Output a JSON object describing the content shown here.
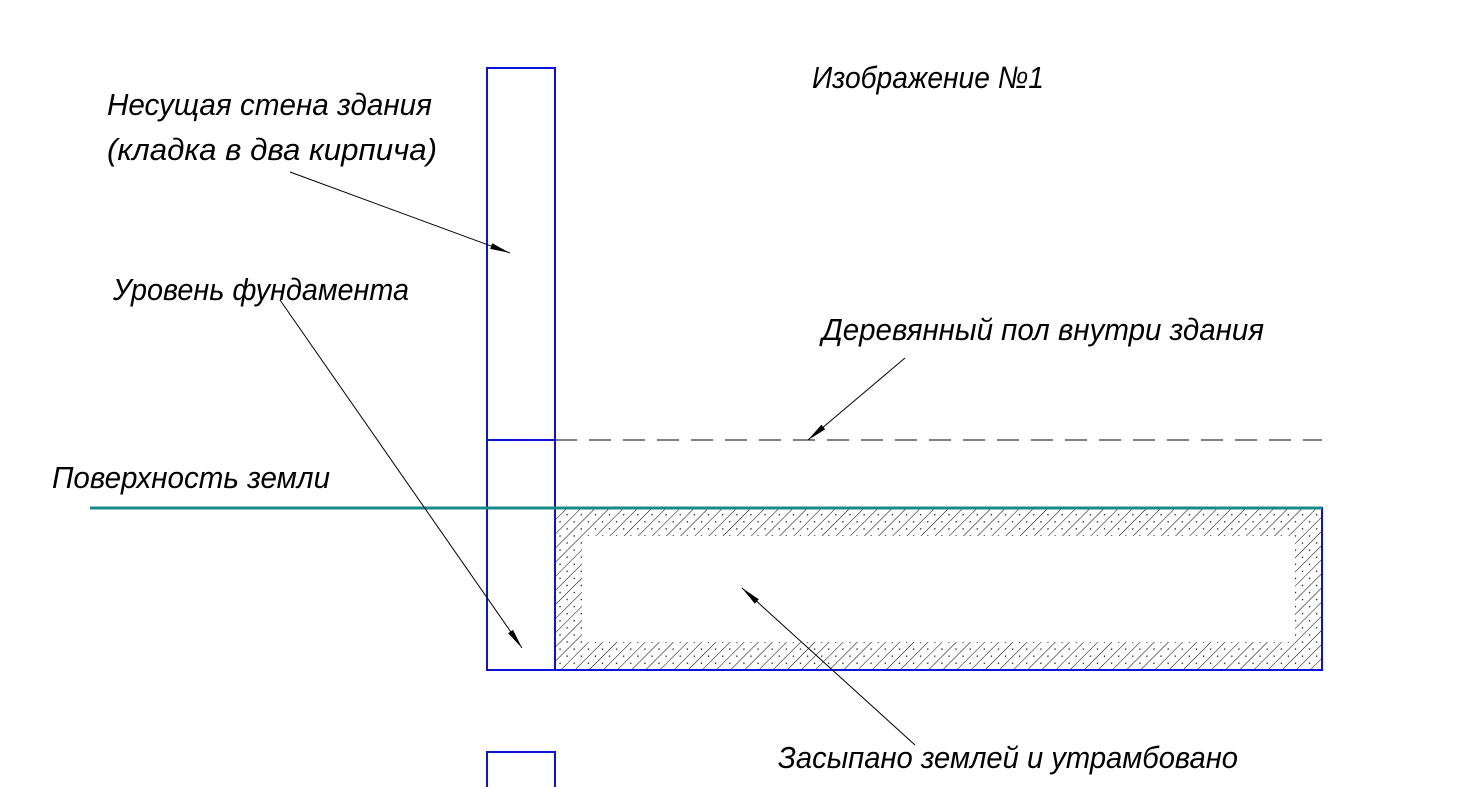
{
  "title": "Изображение №1",
  "labels": {
    "wall_line1": "Несущая стена здания",
    "wall_line2": "(кладка в два кирпича)",
    "foundation": "Уровень фундамента",
    "floor": "Деревянный пол внутри здания",
    "ground": "Поверхность земли",
    "backfill": "Засыпано землей и утрамбовано"
  },
  "colors": {
    "outline": "#0a14d8",
    "ground_line": "#178a8a",
    "text": "#000000"
  }
}
